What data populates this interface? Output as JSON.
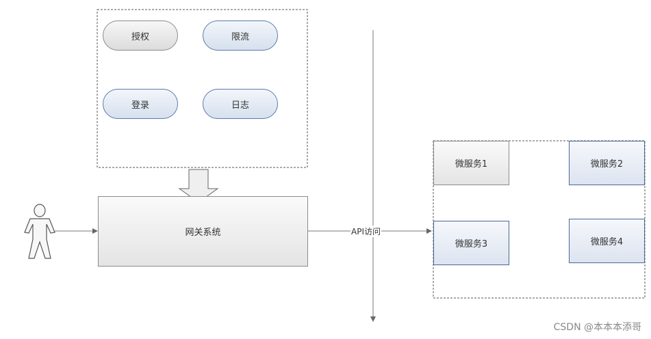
{
  "plugins": {
    "auth": "授权",
    "rate_limit": "限流",
    "login": "登录",
    "log": "日志"
  },
  "gateway": {
    "label": "网关系统"
  },
  "api_access": {
    "label": "API访问"
  },
  "services": {
    "s1": "微服务1",
    "s2": "微服务2",
    "s3": "微服务3",
    "s4": "微服务4"
  },
  "icons": {
    "user": "person-icon"
  },
  "colors": {
    "line": "#777777",
    "blue_border": "#4a6796",
    "grey_border": "#8a8a8a"
  },
  "watermark": "CSDN @本本本添哥"
}
